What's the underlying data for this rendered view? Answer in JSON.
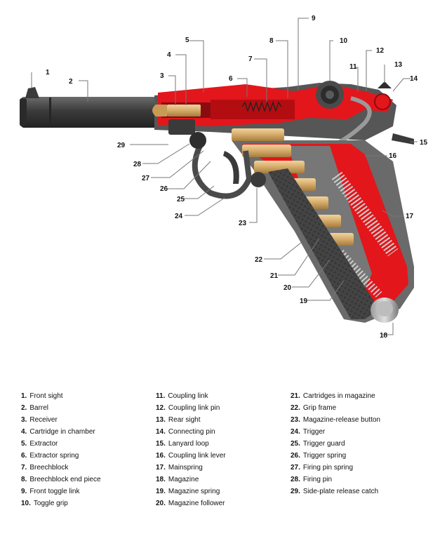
{
  "callouts": [
    {
      "n": "1"
    },
    {
      "n": "2"
    },
    {
      "n": "3"
    },
    {
      "n": "4"
    },
    {
      "n": "5"
    },
    {
      "n": "6"
    },
    {
      "n": "7"
    },
    {
      "n": "8"
    },
    {
      "n": "9"
    },
    {
      "n": "10"
    },
    {
      "n": "11"
    },
    {
      "n": "12"
    },
    {
      "n": "13"
    },
    {
      "n": "14"
    },
    {
      "n": "15"
    },
    {
      "n": "16"
    },
    {
      "n": "17"
    },
    {
      "n": "18"
    },
    {
      "n": "19"
    },
    {
      "n": "20"
    },
    {
      "n": "21"
    },
    {
      "n": "22"
    },
    {
      "n": "23"
    },
    {
      "n": "24"
    },
    {
      "n": "25"
    },
    {
      "n": "26"
    },
    {
      "n": "27"
    },
    {
      "n": "28"
    },
    {
      "n": "29"
    }
  ],
  "legend": {
    "col1": [
      {
        "num": "1.",
        "text": "Front sight"
      },
      {
        "num": "2.",
        "text": "Barrel"
      },
      {
        "num": "3.",
        "text": "Receiver"
      },
      {
        "num": "4.",
        "text": "Cartridge in chamber"
      },
      {
        "num": "5.",
        "text": "Extractor"
      },
      {
        "num": "6.",
        "text": "Extractor spring"
      },
      {
        "num": "7.",
        "text": "Breechblock"
      },
      {
        "num": "8.",
        "text": "Breechblock end piece"
      },
      {
        "num": "9.",
        "text": "Front toggle link"
      },
      {
        "num": "10.",
        "text": "Toggle grip"
      }
    ],
    "col2": [
      {
        "num": "11.",
        "text": "Coupling link"
      },
      {
        "num": "12.",
        "text": "Coupling link pin"
      },
      {
        "num": "13.",
        "text": "Rear sight"
      },
      {
        "num": "14.",
        "text": "Connecting pin"
      },
      {
        "num": "15.",
        "text": "Lanyard loop"
      },
      {
        "num": "16.",
        "text": "Coupling link lever"
      },
      {
        "num": "17.",
        "text": "Mainspring"
      },
      {
        "num": "18.",
        "text": "Magazine"
      },
      {
        "num": "19.",
        "text": "Magazine spring"
      },
      {
        "num": "20.",
        "text": "Magazine follower"
      }
    ],
    "col3": [
      {
        "num": "21.",
        "text": "Cartridges in magazine"
      },
      {
        "num": "22.",
        "text": "Grip frame"
      },
      {
        "num": "23.",
        "text": "Magazine-release button"
      },
      {
        "num": "24.",
        "text": "Trigger"
      },
      {
        "num": "25.",
        "text": "Trigger guard"
      },
      {
        "num": "26.",
        "text": "Trigger spring"
      },
      {
        "num": "27.",
        "text": "Firing pin spring"
      },
      {
        "num": "28.",
        "text": "Firing pin"
      },
      {
        "num": "29.",
        "text": "Side-plate release catch"
      }
    ]
  },
  "colors": {
    "steel": "#4a4a4a",
    "steel_dark": "#2e2e2e",
    "steel_mid": "#6f6f6f",
    "steel_light": "#a9a9a9",
    "cutaway_red": "#e3161b",
    "red_dark": "#b30d12",
    "brass": "#d4aa6a",
    "brass_dark": "#a57c3e",
    "grip": "#3d3d3d"
  }
}
